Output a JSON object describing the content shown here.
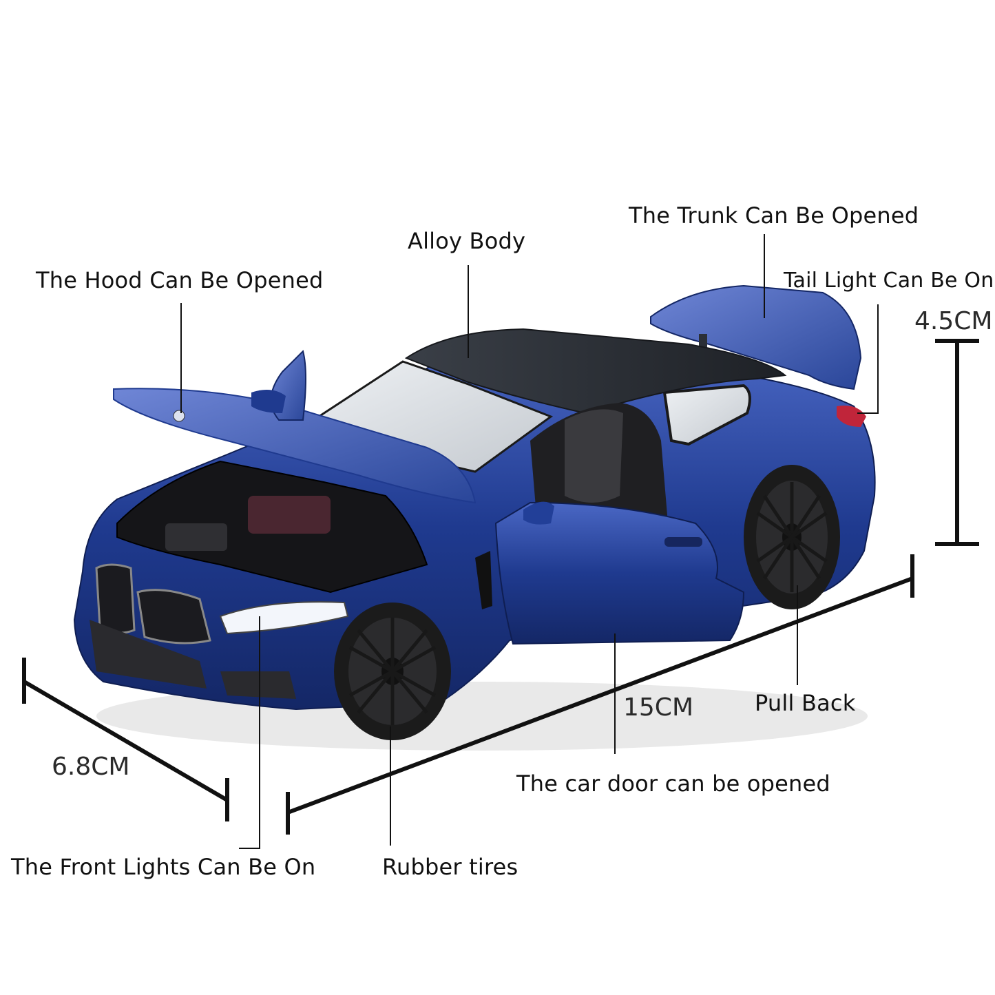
{
  "labels": {
    "trunk": "The Trunk Can Be Opened",
    "alloy_body": "Alloy Body",
    "hood": "The Hood Can Be Opened",
    "tail_light": "Tail Light Can Be On",
    "pull_back": "Pull Back",
    "car_door": "The car door can be opened",
    "front_lights": "The Front Lights Can Be On",
    "rubber_tires": "Rubber tires"
  },
  "dimensions": {
    "height": "4.5CM",
    "length": "15CM",
    "width": "6.8CM"
  },
  "colors": {
    "body": "#1f3a8f",
    "body_dark": "#142766",
    "body_light": "#4a67c4",
    "roof": "#2b2f36",
    "tire": "#1b1b1b",
    "rim": "#2e2e2e",
    "line": "#111111"
  }
}
